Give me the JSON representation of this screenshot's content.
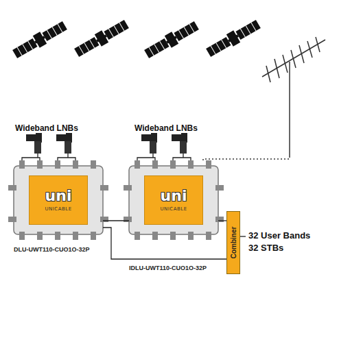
{
  "diagram": {
    "nodes": [
      {
        "text": [
          "uni",
          "UNICABLE",
          "DLU-UWT110-CUO1O-32P"
        ]
      },
      {
        "text": [
          "uni",
          "UNICABLE",
          "IDLU-UWT110-CUO1O-32P"
        ]
      },
      {
        "text": [
          "Combiner"
        ]
      }
    ],
    "edges": [
      {
        "from": 0,
        "to": 1,
        "arrow": "none"
      },
      {
        "from": 0,
        "to": 2,
        "arrow": "none"
      },
      {
        "from": 1,
        "to": 2,
        "arrow": "none"
      }
    ],
    "labels": [
      "Wideband LNBs",
      "Wideband LNBs",
      "32 User Bands",
      "32 STBs"
    ]
  }
}
